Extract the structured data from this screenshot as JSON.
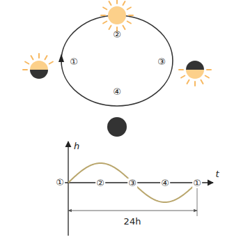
{
  "diagram": {
    "labels": [
      "②",
      "①",
      "③",
      "④",
      "h",
      "t",
      "①",
      "②",
      "③",
      "④",
      "①",
      "24h"
    ]
  }
}
